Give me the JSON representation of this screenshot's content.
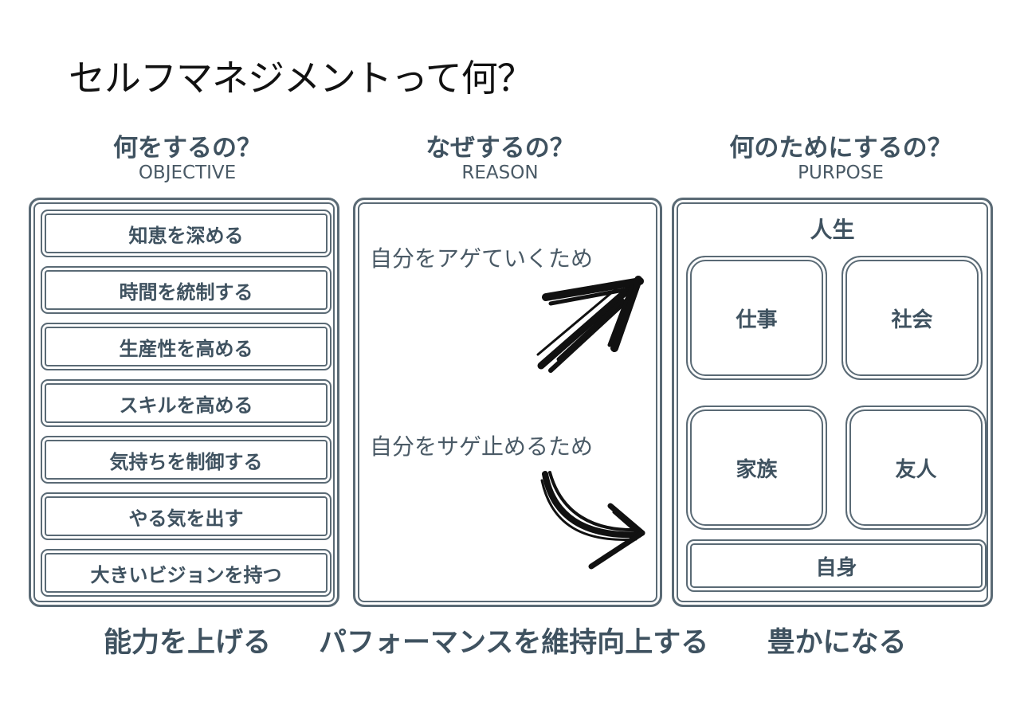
{
  "title": "セルフマネジメントって何？",
  "columns": {
    "objective": {
      "heading": "何をするの？",
      "label": "OBJECTIVE",
      "items": [
        "知恵を深める",
        "時間を統制する",
        "生産性を高める",
        "スキルを高める",
        "気持ちを制御する",
        "やる気を出す",
        "大きいビジョンを持つ"
      ],
      "result": "能力を上げる"
    },
    "reason": {
      "heading": "なぜするの？",
      "label": "REASON",
      "up_text": "自分をアゲていくため",
      "up_icon": "arrow-up-right-icon",
      "down_text": "自分をサゲ止めるため",
      "down_icon": "curved-arrow-right-icon",
      "result": "パフォーマンスを維持向上する"
    },
    "purpose": {
      "heading": "何のためにするの？",
      "label": "PURPOSE",
      "life_label": "人生",
      "cards": [
        "仕事",
        "社会",
        "家族",
        "友人"
      ],
      "self_label": "自身",
      "result": "豊かになる"
    }
  },
  "colors": {
    "text": "#3f5260",
    "border": "#5a6a75",
    "title": "#111111"
  }
}
